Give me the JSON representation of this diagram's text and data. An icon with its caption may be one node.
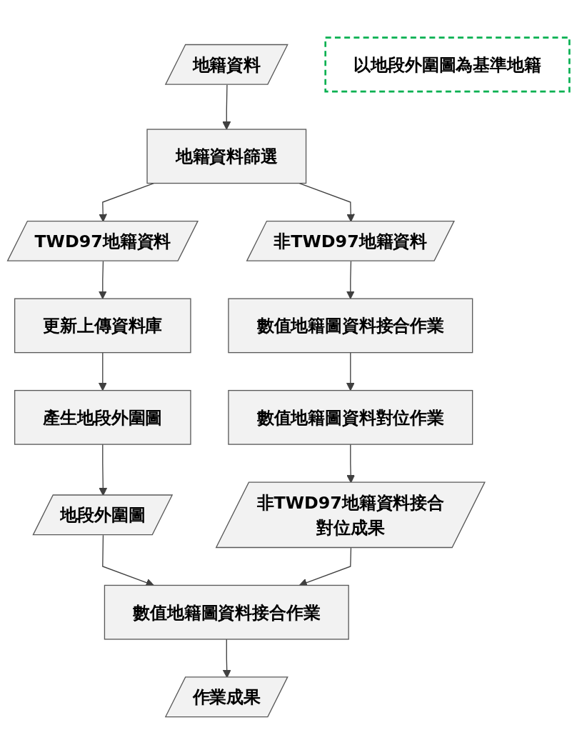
{
  "diagram": {
    "nodes": [
      {
        "text": [
          "地籍資料"
        ]
      },
      {
        "text": [
          "地籍資料篩選"
        ]
      },
      {
        "text": [
          "TWD97地籍資料"
        ]
      },
      {
        "text": [
          "非TWD97地籍資料"
        ]
      },
      {
        "text": [
          "更新上傳資料庫"
        ]
      },
      {
        "text": [
          "數值地籍圖資料接合作業"
        ]
      },
      {
        "text": [
          "產生地段外圍圖"
        ]
      },
      {
        "text": [
          "數值地籍圖資料對位作業"
        ]
      },
      {
        "text": [
          "地段外圍圖"
        ]
      },
      {
        "text": [
          "非TWD97地籍資料接合對位成果"
        ]
      },
      {
        "text": [
          "以地段外圍圖為基準地籍"
        ]
      },
      {
        "text": [
          "數值地籍圖資料接合作業"
        ]
      },
      {
        "text": [
          "作業成果"
        ]
      }
    ],
    "edges": [
      {
        "from": 0,
        "to": 1,
        "arrow": "to"
      },
      {
        "from": 1,
        "to": 2,
        "arrow": "to"
      },
      {
        "from": 1,
        "to": 3,
        "arrow": "to"
      },
      {
        "from": 2,
        "to": 4,
        "arrow": "to"
      },
      {
        "from": 3,
        "to": 5,
        "arrow": "to"
      },
      {
        "from": 4,
        "to": 6,
        "arrow": "to"
      },
      {
        "from": 5,
        "to": 7,
        "arrow": "to"
      },
      {
        "from": 6,
        "to": 8,
        "arrow": "to"
      },
      {
        "from": 7,
        "to": 9,
        "arrow": "to"
      },
      {
        "from": 8,
        "to": 11,
        "arrow": "to"
      },
      {
        "from": 9,
        "to": 11,
        "arrow": "to"
      },
      {
        "from": 11,
        "to": 12,
        "arrow": "to"
      }
    ]
  }
}
